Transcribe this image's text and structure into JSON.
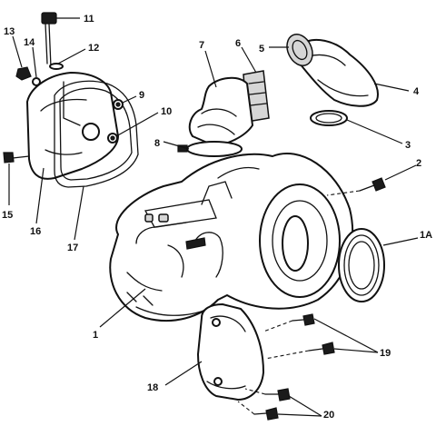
{
  "diagram": {
    "callouts": {
      "c1": "1",
      "c1a": "1A",
      "c2": "2",
      "c3": "3",
      "c4": "4",
      "c5": "5",
      "c6": "6",
      "c7": "7",
      "c8": "8",
      "c9": "9",
      "c10": "10",
      "c11": "11",
      "c12": "12",
      "c13": "13",
      "c14": "14",
      "c15": "15",
      "c16": "16",
      "c17": "17",
      "c18": "18",
      "c19": "19",
      "c20": "20"
    },
    "colors": {
      "ink": "#111111",
      "paper": "#ffffff"
    }
  }
}
